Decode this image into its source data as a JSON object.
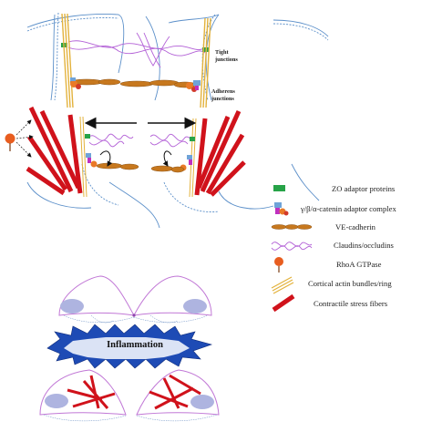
{
  "junction_labels": {
    "tight_line1": "Tight",
    "tight_line2": "junctions",
    "adherens_line1": "Adherens",
    "adherens_line2": "junctions"
  },
  "center_label": "Inflammation",
  "legend": [
    {
      "icon": "zo-adaptor-icon",
      "label": "ZO adaptor proteins"
    },
    {
      "icon": "catenin-complex-icon",
      "label": "γ/β/α-catenin adaptor complex"
    },
    {
      "icon": "ve-cadherin-icon",
      "label": "VE-cadherin"
    },
    {
      "icon": "claudin-occludin-icon",
      "label": "Claudins/occludins"
    },
    {
      "icon": "rhoa-gtpase-icon",
      "label": "RhoA GTPase"
    },
    {
      "icon": "cortical-actin-icon",
      "label": "Cortical actin bundles/ring"
    },
    {
      "icon": "stress-fiber-icon",
      "label": "Contractile stress fibers"
    }
  ],
  "colors": {
    "membrane": "#5b8fc9",
    "claudin": "#b25fd6",
    "cadherin": "#c7781e",
    "stress_fiber": "#d0121b",
    "cortical_actin": "#e3b23c",
    "zo": "#27a348",
    "nucleus": "#aeb4e0",
    "cell_outline": "#c178d6",
    "star_fill": "#1e4bb5"
  }
}
